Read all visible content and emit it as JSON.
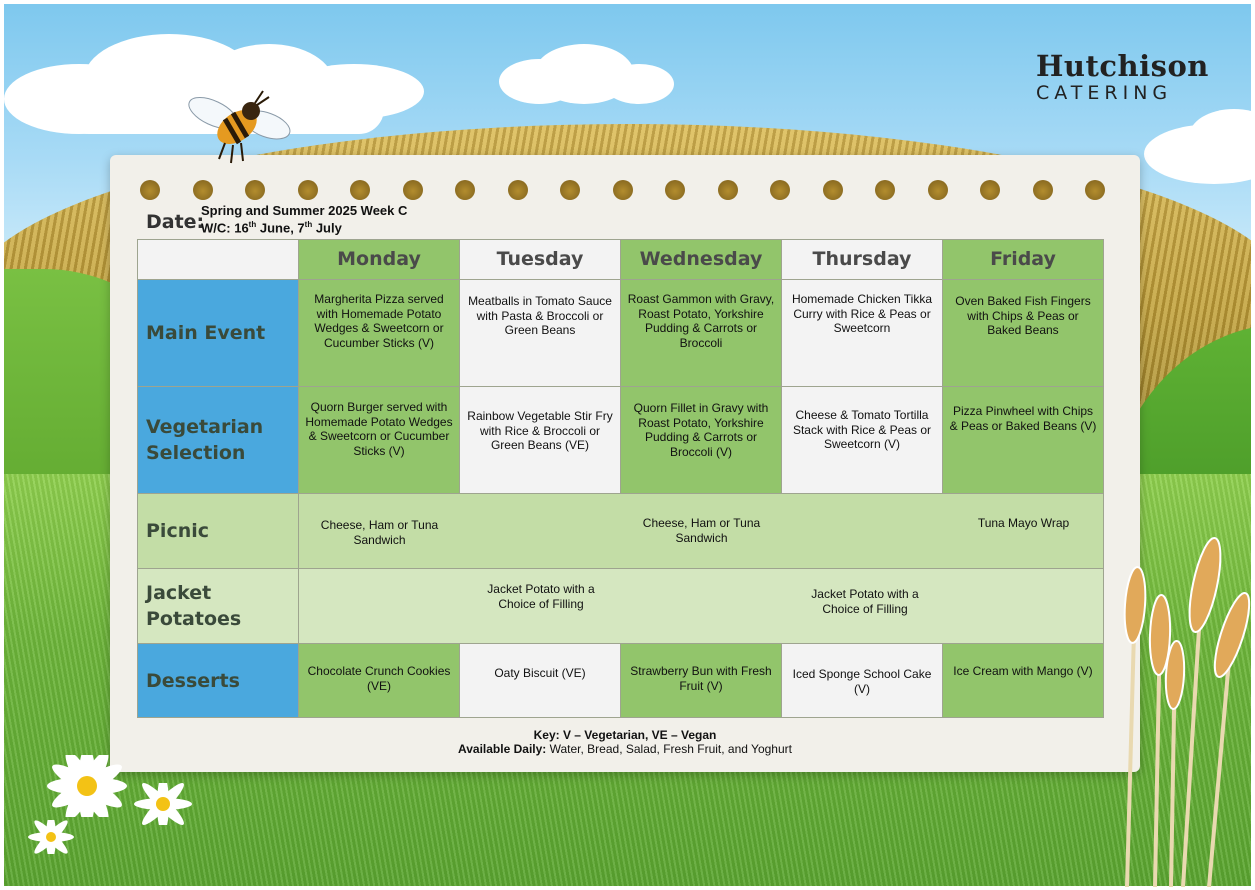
{
  "logo": {
    "main": "Hutchison",
    "sub": "CATERING"
  },
  "header": {
    "date_label": "Date:",
    "title": "Spring and Summer 2025 Week C",
    "wc_prefix": "W/C: 16",
    "wc_sup1": "th",
    "wc_mid": " June, 7",
    "wc_sup2": "th",
    "wc_suffix": " July"
  },
  "menu": {
    "days": [
      "Monday",
      "Tuesday",
      "Wednesday",
      "Thursday",
      "Friday"
    ],
    "rows": [
      {
        "label_lines": [
          "Main Event"
        ],
        "cells": [
          "Margherita Pizza served with Homemade Potato Wedges & Sweetcorn or Cucumber Sticks (V)",
          "Meatballs in Tomato Sauce with Pasta & Broccoli or Green Beans",
          "Roast Gammon with Gravy, Roast Potato, Yorkshire Pudding & Carrots or Broccoli",
          "Homemade Chicken Tikka Curry with Rice & Peas or Sweetcorn",
          "Oven Baked Fish Fingers with Chips & Peas or Baked Beans"
        ]
      },
      {
        "label_lines": [
          "Vegetarian",
          "Selection"
        ],
        "cells": [
          "Quorn Burger served with Homemade Potato Wedges & Sweetcorn or Cucumber Sticks (V)",
          "Rainbow Vegetable Stir Fry with Rice & Broccoli or Green Beans (VE)",
          "Quorn Fillet in Gravy with Roast Potato, Yorkshire Pudding & Carrots or Broccoli (V)",
          "Cheese & Tomato Tortilla Stack with Rice & Peas or Sweetcorn (V)",
          "Pizza Pinwheel with Chips & Peas or Baked Beans (V)"
        ]
      },
      {
        "label_lines": [
          "Picnic"
        ],
        "cells": [
          "Cheese, Ham or Tuna Sandwich",
          "Cheese, Ham or Tuna Sandwich",
          "Tuna Mayo Wrap"
        ]
      },
      {
        "label_lines": [
          "Jacket",
          "Potatoes"
        ],
        "cells": [
          "Jacket Potato with a Choice of Filling",
          "Jacket Potato with a Choice of Filling"
        ]
      },
      {
        "label_lines": [
          "Desserts"
        ],
        "cells": [
          "Chocolate Crunch Cookies (VE)",
          "Oaty Biscuit (VE)",
          "Strawberry Bun with Fresh Fruit (V)",
          "Iced Sponge School Cake (V)",
          "Ice Cream with Mango (V)"
        ]
      }
    ]
  },
  "footer": {
    "key": "Key: V – Vegetarian, VE – Vegan",
    "daily_label": "Available Daily:",
    "daily_text": "  Water, Bread, Salad, Fresh Fruit, and Yoghurt"
  },
  "colors": {
    "green_cell": "#92c56b",
    "light_green_cell": "#c3dda6",
    "white_cell": "#f3f3f3",
    "blue_cell": "#4aa8de"
  },
  "icons": [
    "bee-illustration",
    "daisy-flower",
    "wheat-stalks"
  ]
}
